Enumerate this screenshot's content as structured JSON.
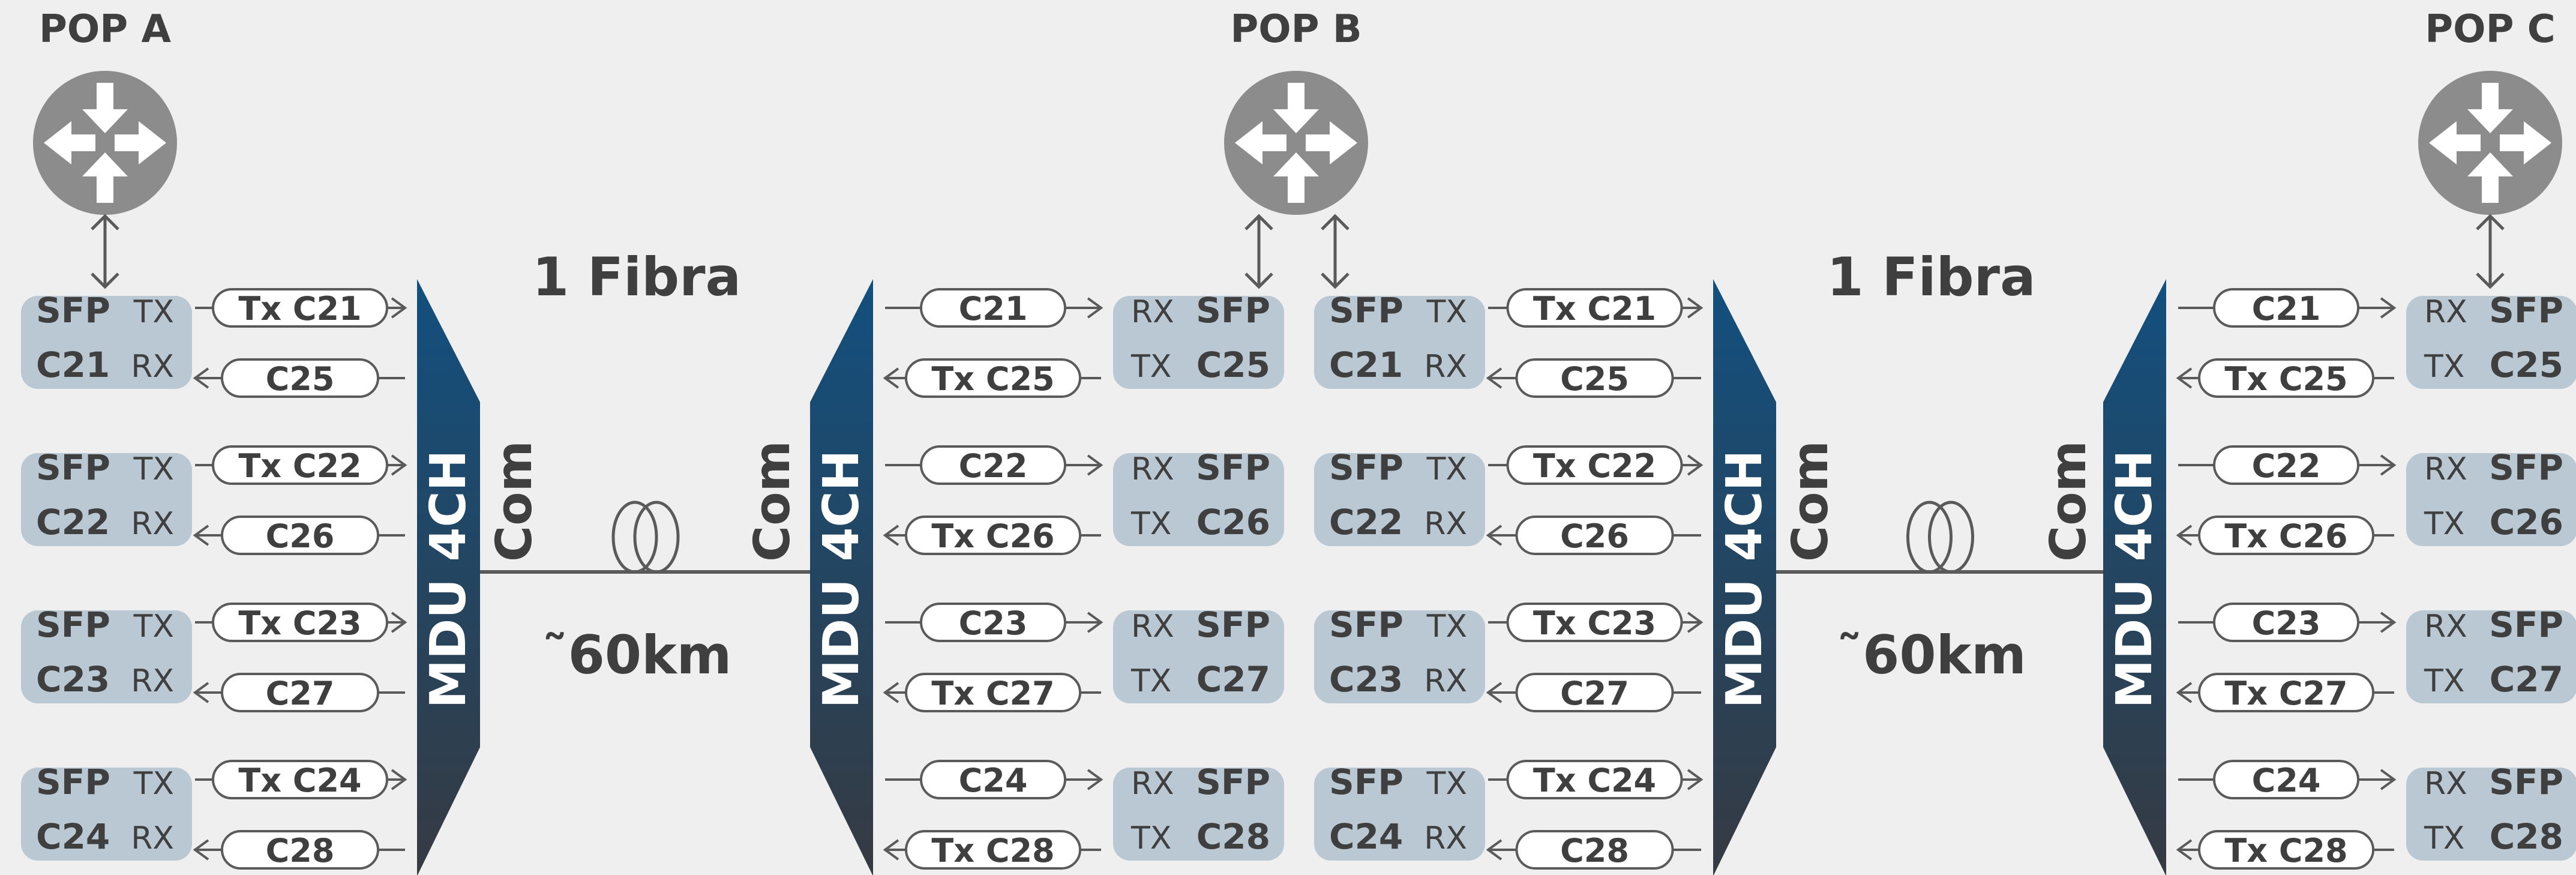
{
  "pops": [
    {
      "label": "POP A"
    },
    {
      "label": "POP B"
    },
    {
      "label": "POP C"
    }
  ],
  "link": {
    "fiber_label": "1 Fibra",
    "distance_label": "˜60km",
    "mux_label": "MDU 4CH",
    "com_label": "Com"
  },
  "sfp": {
    "sfp": "SFP",
    "tx": "TX",
    "rx": "RX"
  },
  "channels": [
    {
      "sfp": "C21",
      "tx": "Tx C21",
      "rx": "C25",
      "ptx": "C21",
      "prx": "Tx C25",
      "peer": "C25"
    },
    {
      "sfp": "C22",
      "tx": "Tx C22",
      "rx": "C26",
      "ptx": "C22",
      "prx": "Tx C26",
      "peer": "C26"
    },
    {
      "sfp": "C23",
      "tx": "Tx C23",
      "rx": "C27",
      "ptx": "C23",
      "prx": "Tx C27",
      "peer": "C27"
    },
    {
      "sfp": "C24",
      "tx": "Tx C24",
      "rx": "C28",
      "ptx": "C24",
      "prx": "Tx C28",
      "peer": "C28"
    }
  ],
  "colors": {
    "background": "#efefef",
    "router": "#8c8c8c",
    "sfp_box": "#b9c8d2",
    "text": "#3f3f3f",
    "line": "#5a5a5a",
    "mux_top": "#12507f",
    "mux_bottom": "#363a42"
  }
}
